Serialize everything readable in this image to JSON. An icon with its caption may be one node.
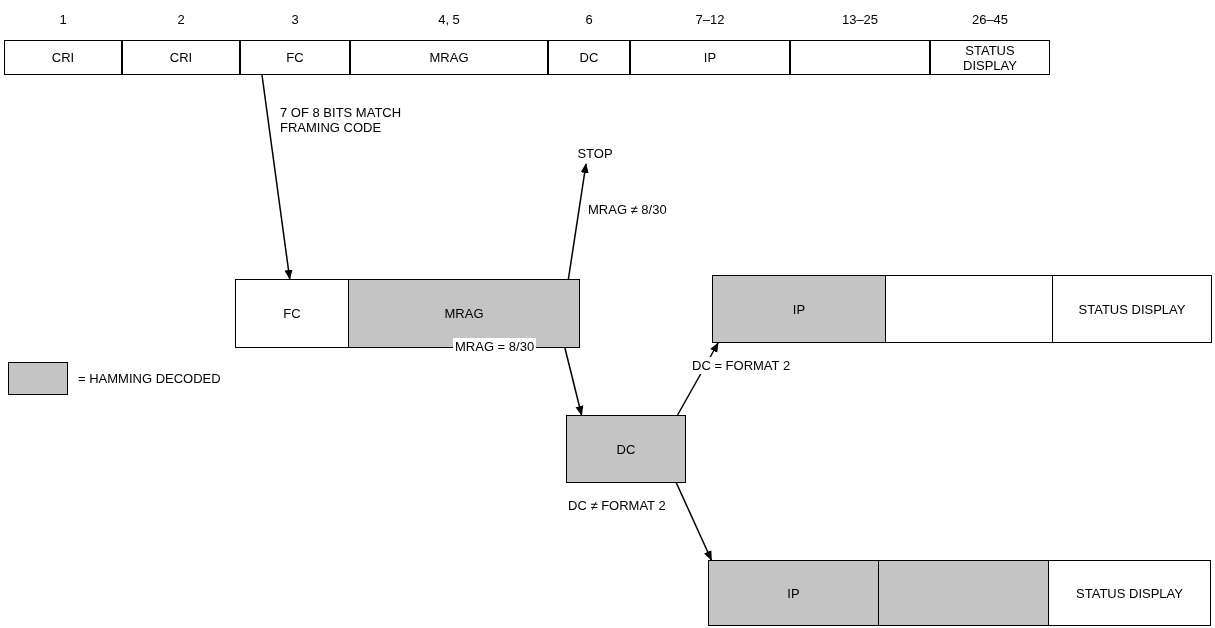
{
  "diagram": {
    "nodes": [
      {
        "text": [
          "1",
          "CRI"
        ]
      },
      {
        "text": [
          "2",
          "CRI"
        ]
      },
      {
        "text": [
          "3",
          "FC"
        ]
      },
      {
        "text": [
          "4, 5",
          "MRAG"
        ]
      },
      {
        "text": [
          "6",
          "DC"
        ]
      },
      {
        "text": [
          "7–12",
          "IP"
        ]
      },
      {
        "text": [
          "13–25"
        ]
      },
      {
        "text": [
          "26–45",
          "STATUS DISPLAY"
        ]
      },
      {
        "text": [
          "STOP"
        ]
      },
      {
        "text": [
          "FC"
        ]
      },
      {
        "text": [
          "MRAG"
        ]
      },
      {
        "text": [
          "IP"
        ]
      },
      {
        "text": [],
        "shape": "box"
      },
      {
        "text": [
          "STATUS DISPLAY"
        ]
      },
      {
        "text": [
          "DC"
        ]
      },
      {
        "text": [
          "IP"
        ]
      },
      {
        "text": [],
        "shape": "box"
      },
      {
        "text": [
          "STATUS DISPLAY"
        ]
      }
    ],
    "edges": [
      {
        "from": 2,
        "to": 9,
        "arrow": "to",
        "label": "7 OF 8 BITS MATCH FRAMING CODE"
      },
      {
        "from": 10,
        "to": 8,
        "arrow": "to",
        "label": "MRAG ≠ 8/30"
      },
      {
        "from": 10,
        "to": 14,
        "arrow": "to",
        "label": "MRAG = 8/30"
      },
      {
        "from": 14,
        "to": 11,
        "arrow": "to",
        "label": "DC = FORMAT 2"
      },
      {
        "from": 14,
        "to": 15,
        "arrow": "to",
        "label": "DC ≠ FORMAT 2"
      }
    ],
    "legend": [
      {
        "text": "= HAMMING DECODED",
        "color": "#c4c4c4"
      }
    ]
  }
}
